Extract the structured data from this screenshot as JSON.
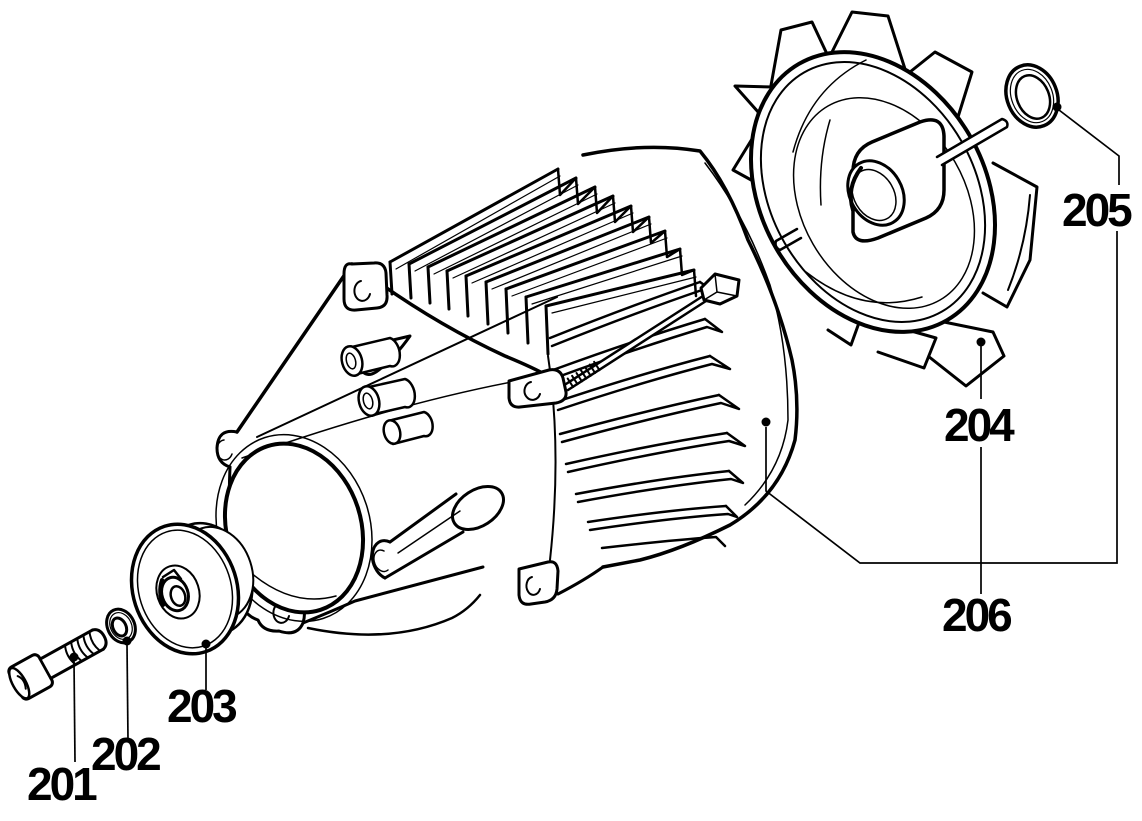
{
  "figure": {
    "type": "exploded-view parts diagram",
    "subject": "motor assembly with fan wheel",
    "background_color": "#ffffff",
    "line_color": "#000000",
    "callouts": [
      {
        "number": "201"
      },
      {
        "number": "202"
      },
      {
        "number": "203"
      },
      {
        "number": "204"
      },
      {
        "number": "205"
      },
      {
        "number": "206"
      }
    ]
  }
}
